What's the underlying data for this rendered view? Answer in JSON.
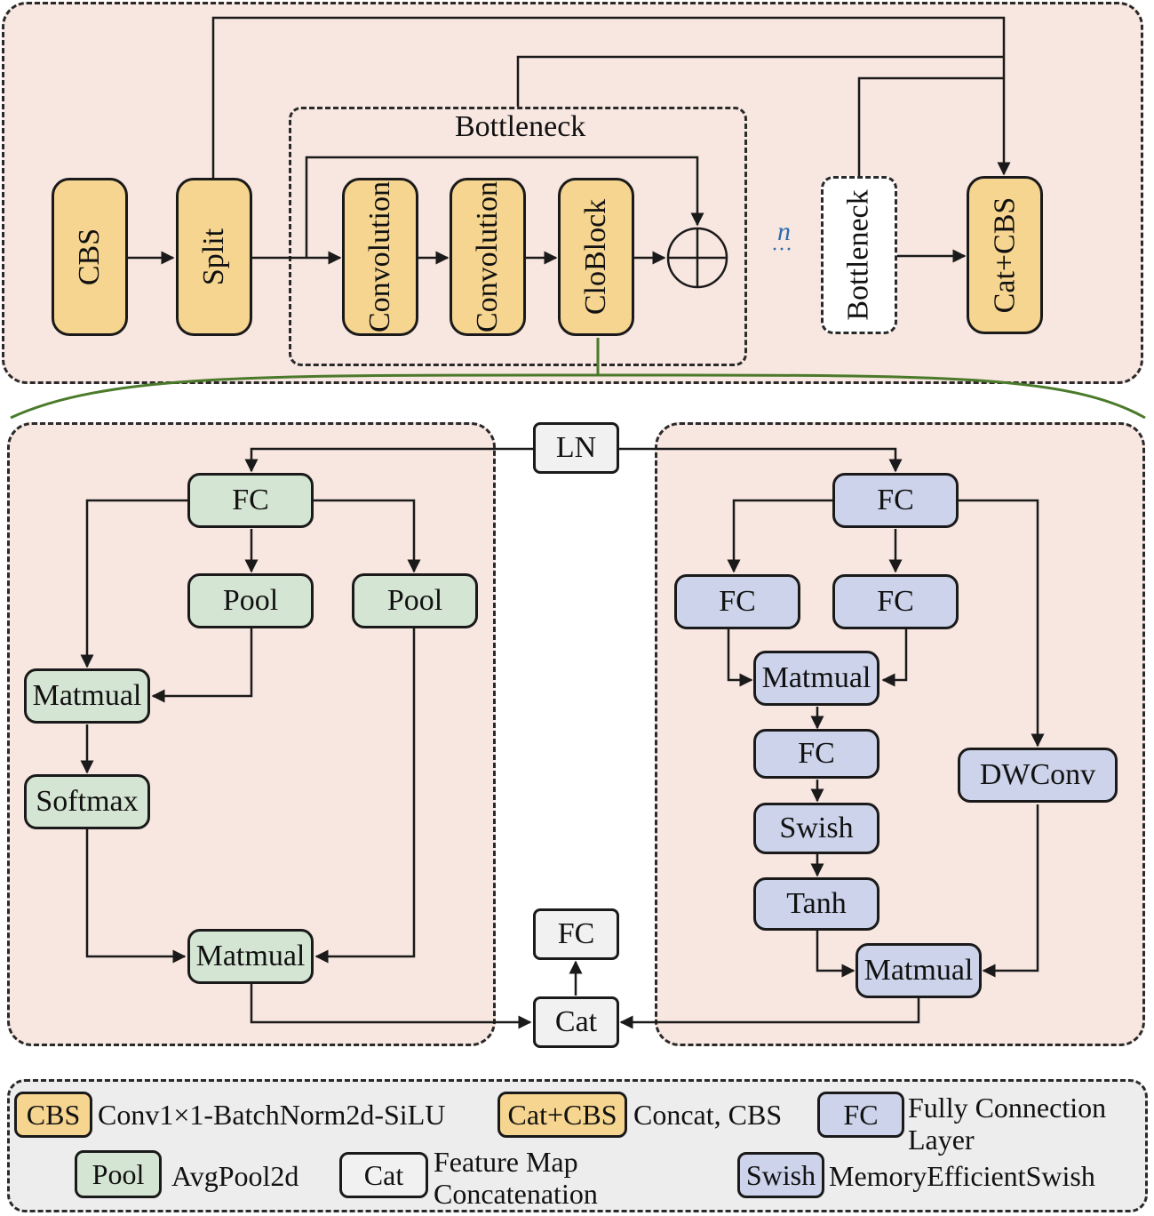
{
  "top": {
    "cbs": "CBS",
    "split": "Split",
    "bottleneck_title": "Bottleneck",
    "conv1": "Convolution",
    "conv2": "Convolution",
    "cloblock": "CloBlock",
    "n_label": "n",
    "dots": "···",
    "bottleneck_small": "Bottleneck",
    "catcbs": "Cat+CBS"
  },
  "mid": {
    "ln": "LN",
    "fc_out": "FC",
    "cat": "Cat"
  },
  "left": {
    "fc": "FC",
    "pool1": "Pool",
    "pool2": "Pool",
    "matmual1": "Matmual",
    "softmax": "Softmax",
    "matmual2": "Matmual"
  },
  "right": {
    "fc_top": "FC",
    "fc_a": "FC",
    "fc_b": "FC",
    "matmual1": "Matmual",
    "fc_c": "FC",
    "swish": "Swish",
    "tanh": "Tanh",
    "dwconv": "DWConv",
    "matmual2": "Matmual"
  },
  "legend": {
    "cbs_key": "CBS",
    "cbs_desc": "Conv1×1-BatchNorm2d-SiLU",
    "catcbs_key": "Cat+CBS",
    "catcbs_desc": "Concat, CBS",
    "fc_key": "FC",
    "fc_desc_1": "Fully Connection",
    "fc_desc_2": "Layer",
    "pool_key": "Pool",
    "pool_desc": "AvgPool2d",
    "cat_key": "Cat",
    "cat_desc_1": "Feature Map",
    "cat_desc_2": "Concatenation",
    "swish_key": "Swish",
    "swish_desc": "MemoryEfficientSwish"
  },
  "colors": {
    "yellow": "#f6d590",
    "green": "#d5e5d3",
    "blue": "#ccd3ea",
    "pink_bg": "#f8e6e0",
    "grey_bg": "#ededed",
    "connector_green": "#4a7a2a",
    "n_blue": "#2a6cb0"
  }
}
